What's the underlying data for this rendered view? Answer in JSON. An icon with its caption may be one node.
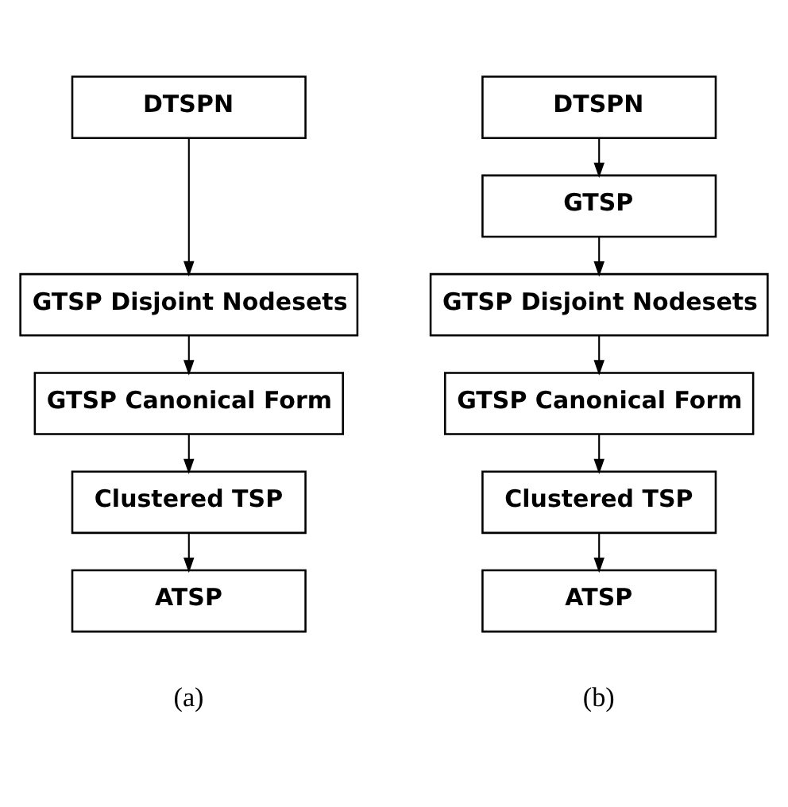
{
  "diagram": {
    "nodes": [
      {
        "text": [
          "DTSPN"
        ]
      },
      {
        "text": [
          "GTSP Disjoint Nodesets"
        ]
      },
      {
        "text": [
          "GTSP Canonical Form"
        ]
      },
      {
        "text": [
          "Clustered TSP"
        ]
      },
      {
        "text": [
          "ATSP"
        ]
      },
      {
        "text": [
          "DTSPN"
        ]
      },
      {
        "text": [
          "GTSP"
        ]
      },
      {
        "text": [
          "GTSP Disjoint Nodesets"
        ]
      },
      {
        "text": [
          "GTSP Canonical Form"
        ]
      },
      {
        "text": [
          "Clustered TSP"
        ]
      },
      {
        "text": [
          "ATSP"
        ]
      }
    ],
    "edges": [
      {
        "from": 0,
        "to": 1,
        "arrow": "to"
      },
      {
        "from": 1,
        "to": 2,
        "arrow": "to"
      },
      {
        "from": 2,
        "to": 3,
        "arrow": "to"
      },
      {
        "from": 3,
        "to": 4,
        "arrow": "to"
      },
      {
        "from": 5,
        "to": 6,
        "arrow": "to"
      },
      {
        "from": 6,
        "to": 7,
        "arrow": "to"
      },
      {
        "from": 7,
        "to": 8,
        "arrow": "to"
      },
      {
        "from": 8,
        "to": 9,
        "arrow": "to"
      },
      {
        "from": 9,
        "to": 10,
        "arrow": "to"
      }
    ],
    "labels": [
      "(a)",
      "(b)"
    ]
  }
}
